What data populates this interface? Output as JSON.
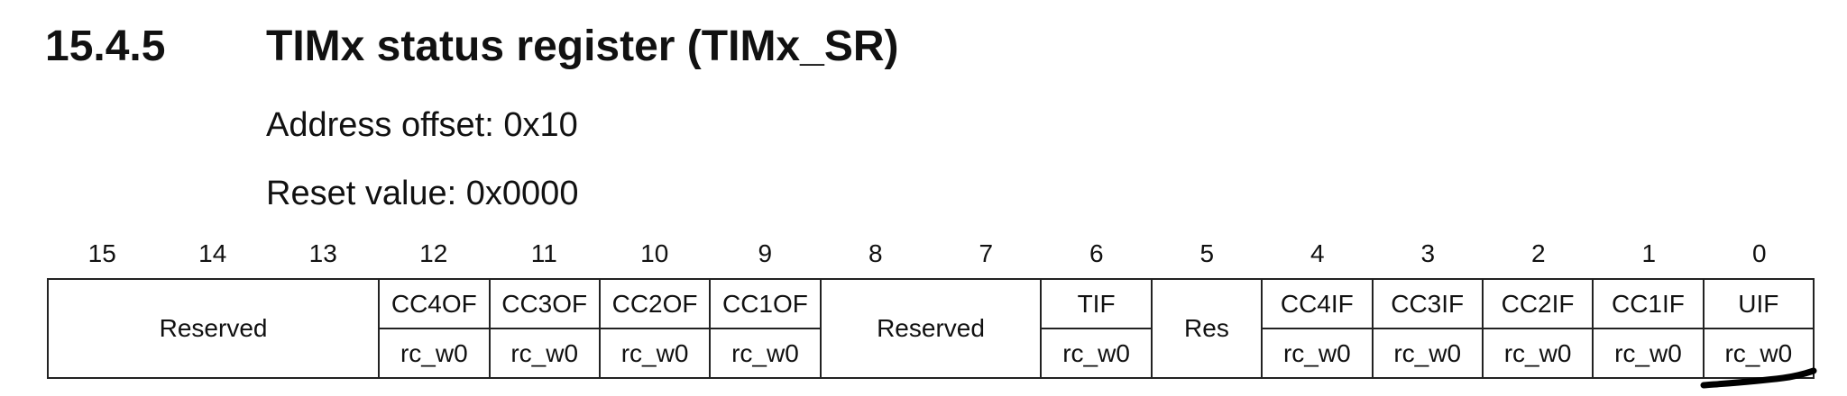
{
  "section": {
    "number": "15.4.5",
    "title": "TIMx status register (TIMx_SR)"
  },
  "address_offset": "Address offset: 0x10",
  "reset_value": "Reset value: 0x0000",
  "bit_numbers": [
    "15",
    "14",
    "13",
    "12",
    "11",
    "10",
    "9",
    "8",
    "7",
    "6",
    "5",
    "4",
    "3",
    "2",
    "1",
    "0"
  ],
  "fields": {
    "reserved_high": "Reserved",
    "cc4of": "CC4OF",
    "cc3of": "CC3OF",
    "cc2of": "CC2OF",
    "cc1of": "CC1OF",
    "reserved_mid": "Reserved",
    "tif": "TIF",
    "res": "Res",
    "cc4if": "CC4IF",
    "cc3if": "CC3IF",
    "cc2if": "CC2IF",
    "cc1if": "CC1IF",
    "uif": "UIF"
  },
  "access": {
    "cc4of": "rc_w0",
    "cc3of": "rc_w0",
    "cc2of": "rc_w0",
    "cc1of": "rc_w0",
    "tif": "rc_w0",
    "cc4if": "rc_w0",
    "cc3if": "rc_w0",
    "cc2if": "rc_w0",
    "cc1if": "rc_w0",
    "uif": "rc_w0"
  },
  "annotation": {
    "mark_color": "#000000"
  }
}
